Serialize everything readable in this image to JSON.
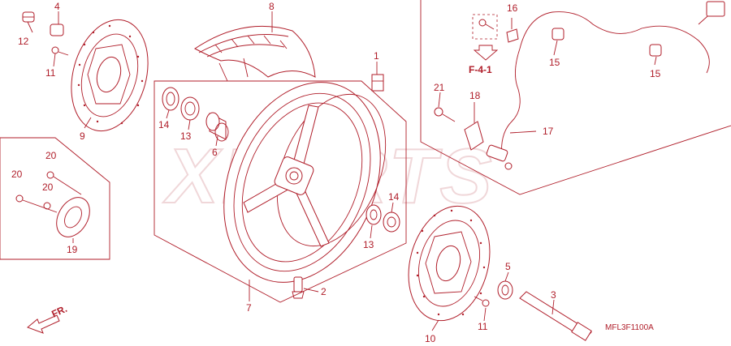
{
  "diagram": {
    "watermark": "XPARTS",
    "part_code": "MFL3F1100A",
    "ref_figure": "F-4-1",
    "direction_label": "FR.",
    "callouts": [
      {
        "id": "c1",
        "label": "1"
      },
      {
        "id": "c2",
        "label": "2"
      },
      {
        "id": "c3",
        "label": "3"
      },
      {
        "id": "c4",
        "label": "4"
      },
      {
        "id": "c5",
        "label": "5"
      },
      {
        "id": "c6",
        "label": "6"
      },
      {
        "id": "c7",
        "label": "7"
      },
      {
        "id": "c8",
        "label": "8"
      },
      {
        "id": "c9",
        "label": "9"
      },
      {
        "id": "c10",
        "label": "10"
      },
      {
        "id": "c11a",
        "label": "11"
      },
      {
        "id": "c11b",
        "label": "11"
      },
      {
        "id": "c12",
        "label": "12"
      },
      {
        "id": "c13a",
        "label": "13"
      },
      {
        "id": "c13b",
        "label": "13"
      },
      {
        "id": "c14a",
        "label": "14"
      },
      {
        "id": "c14b",
        "label": "14"
      },
      {
        "id": "c15a",
        "label": "15"
      },
      {
        "id": "c15b",
        "label": "15"
      },
      {
        "id": "c16",
        "label": "16"
      },
      {
        "id": "c17",
        "label": "17"
      },
      {
        "id": "c18",
        "label": "18"
      },
      {
        "id": "c19",
        "label": "19"
      },
      {
        "id": "c20a",
        "label": "20"
      },
      {
        "id": "c20b",
        "label": "20"
      },
      {
        "id": "c20c",
        "label": "20"
      },
      {
        "id": "c21",
        "label": "21"
      }
    ],
    "colors": {
      "ink": "#b01e2a",
      "watermark": "#f0d7d9",
      "background": "#ffffff"
    }
  }
}
